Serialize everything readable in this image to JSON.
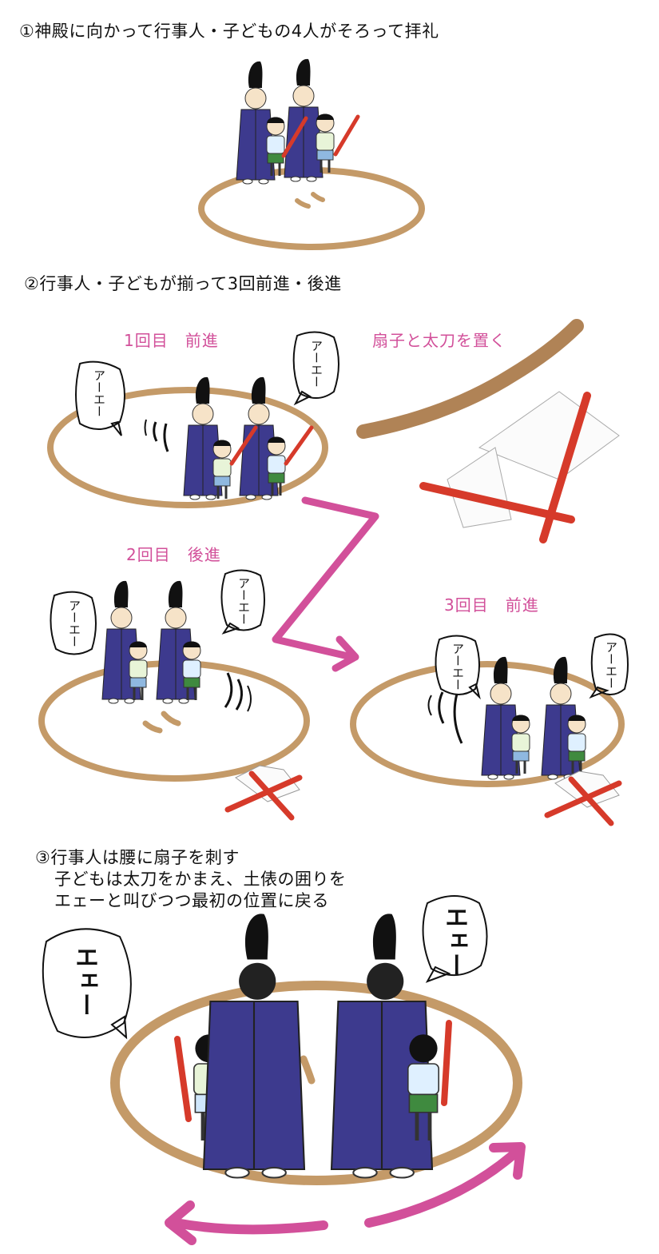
{
  "steps": {
    "step1": "①神殿に向かって行事人・子どもの4人がそろって拝礼",
    "step2": "②行事人・子どもが揃って3回前進・後進",
    "step3_line1": "③行事人は腰に扇子を刺す",
    "step3_line2": "子どもは太刀をかまえ、土俵の囲りを",
    "step3_line3": "エェーと叫びつつ最初の位置に戻る"
  },
  "labels": {
    "round1": "1回目　前進",
    "round2": "2回目　後進",
    "round3": "3回目　前進",
    "place": "扇子と太刀を置く"
  },
  "bubbles": {
    "small": "アーエー",
    "big": "エェー"
  },
  "colors": {
    "ring": "#c49a68",
    "robe": "#3d3a8e",
    "arrow": "#d2509a",
    "sword": "#d63a2a"
  }
}
